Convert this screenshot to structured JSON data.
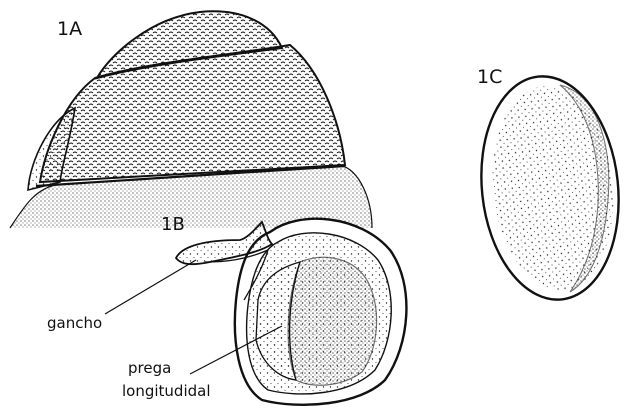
{
  "figure": {
    "labels": {
      "fig_1a": "1A",
      "fig_1b": "1B",
      "fig_1c": "1C",
      "hook": "gancho",
      "fold_line1": "prega",
      "fold_line2": "longitudidal"
    },
    "colors": {
      "ink": "#111111",
      "background": "#ffffff"
    }
  }
}
